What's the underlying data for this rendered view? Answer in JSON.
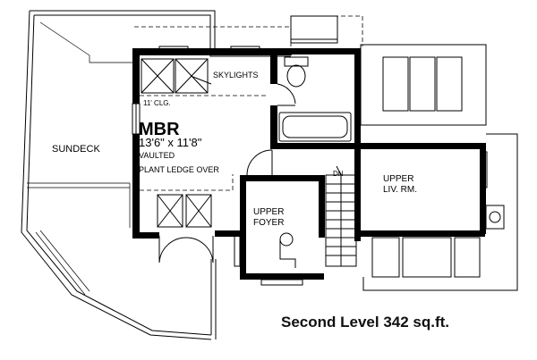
{
  "colors": {
    "ink": "#000000",
    "paper": "#ffffff"
  },
  "rooms": {
    "sundeck": "SUNDECK",
    "mbr": "MBR",
    "mbr_dims": "13'6\" x 11'8\"",
    "vaulted": "VAULTED",
    "plant_ledge": "PLANT LEDGE OVER",
    "skylights": "SKYLIGHTS",
    "ceiling": "11' CLG.",
    "upper_foyer_line1": "UPPER",
    "upper_foyer_line2": "FOYER",
    "upper_liv_line1": "UPPER",
    "upper_liv_line2": "LIV. RM.",
    "stair_dn": "DN"
  },
  "caption": "Second Level 342 sq.ft."
}
